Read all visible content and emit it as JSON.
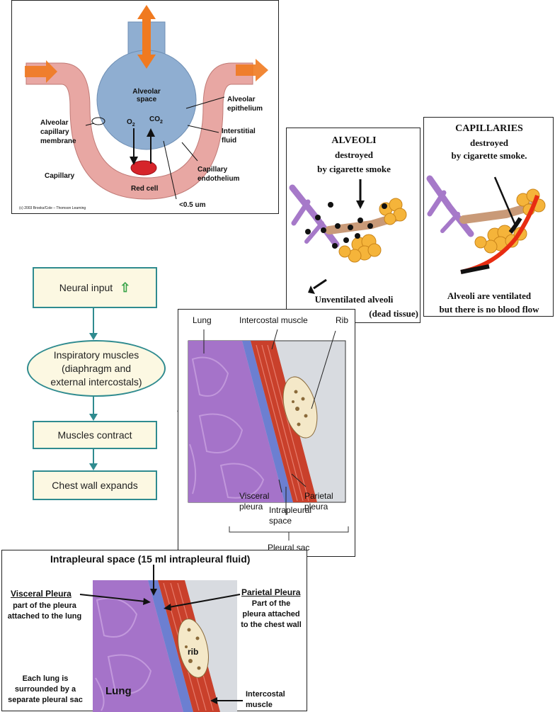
{
  "alveolar_panel": {
    "alveolar_space": "Alveolar space",
    "o2": "O",
    "o2_sub": "2",
    "co2": "CO",
    "co2_sub": "2",
    "alveolar_epithelium": "Alveolar epithelium",
    "interstitial_fluid": "Interstitial fluid",
    "capillary_endothelium": "Capillary endothelium",
    "alveolar_capillary_membrane": "Alveolar capillary membrane",
    "capillary": "Capillary",
    "red_cell": "Red cell",
    "distance": "<0.5 um",
    "copyright": "(c) 2003 Brooks/Cole – Thomson Learning"
  },
  "alveoli_panel": {
    "title": "ALVEOLI",
    "line2": "destroyed",
    "line3": "by cigarette smoke",
    "caption1": "Unventilated alveoli",
    "caption2": "(dead tissue)"
  },
  "capillaries_panel": {
    "title": "CAPILLARIES",
    "line2": "destroyed",
    "line3": "by cigarette smoke.",
    "caption1": "Alveoli are ventilated",
    "caption2": "but there is no blood flow"
  },
  "flowchart": {
    "step1": "Neural input",
    "step2_line1": "Inspiratory muscles",
    "step2_line2": "(diaphragm and",
    "step2_line3": "external intercostals)",
    "step3": "Muscles contract",
    "step4": "Chest wall expands"
  },
  "pleura_panel": {
    "lung": "Lung",
    "intercostal_muscle": "Intercostal muscle",
    "rib": "Rib",
    "visceral_pleura_1": "Visceral",
    "visceral_pleura_2": "pleura",
    "parietal_pleura_1": "Parietal",
    "parietal_pleura_2": "pleura",
    "intrapleural_1": "Intrapleural",
    "intrapleural_2": "space",
    "pleural_sac": "Pleural sac"
  },
  "bottom_panel": {
    "title": "Intrapleural space (15 ml intrapleural fluid)",
    "visceral_title": "Visceral Pleura",
    "visceral_desc_1": "part of the pleura",
    "visceral_desc_2": "attached to the lung",
    "parietal_title": "Parietal Pleura",
    "parietal_desc_1": "Part of the",
    "parietal_desc_2": "pleura attached",
    "parietal_desc_3": "to the chest wall",
    "rib": "rib",
    "lung": "Lung",
    "each_lung_1": "Each lung is",
    "each_lung_2": "surrounded by a",
    "each_lung_3": "separate pleural sac",
    "intercostal_1": "Intercostal",
    "intercostal_2": "muscle"
  },
  "colors": {
    "capillary_pink": "#e8a7a3",
    "alveolus_blue": "#8faed1",
    "arrow_orange": "#f07a20",
    "flow_border": "#2f8b8f",
    "flow_fill": "#fcf8e2",
    "lung_purple": "#a573c9",
    "muscle_red": "#c9402b",
    "pleura_blue": "#6c7fd1"
  }
}
